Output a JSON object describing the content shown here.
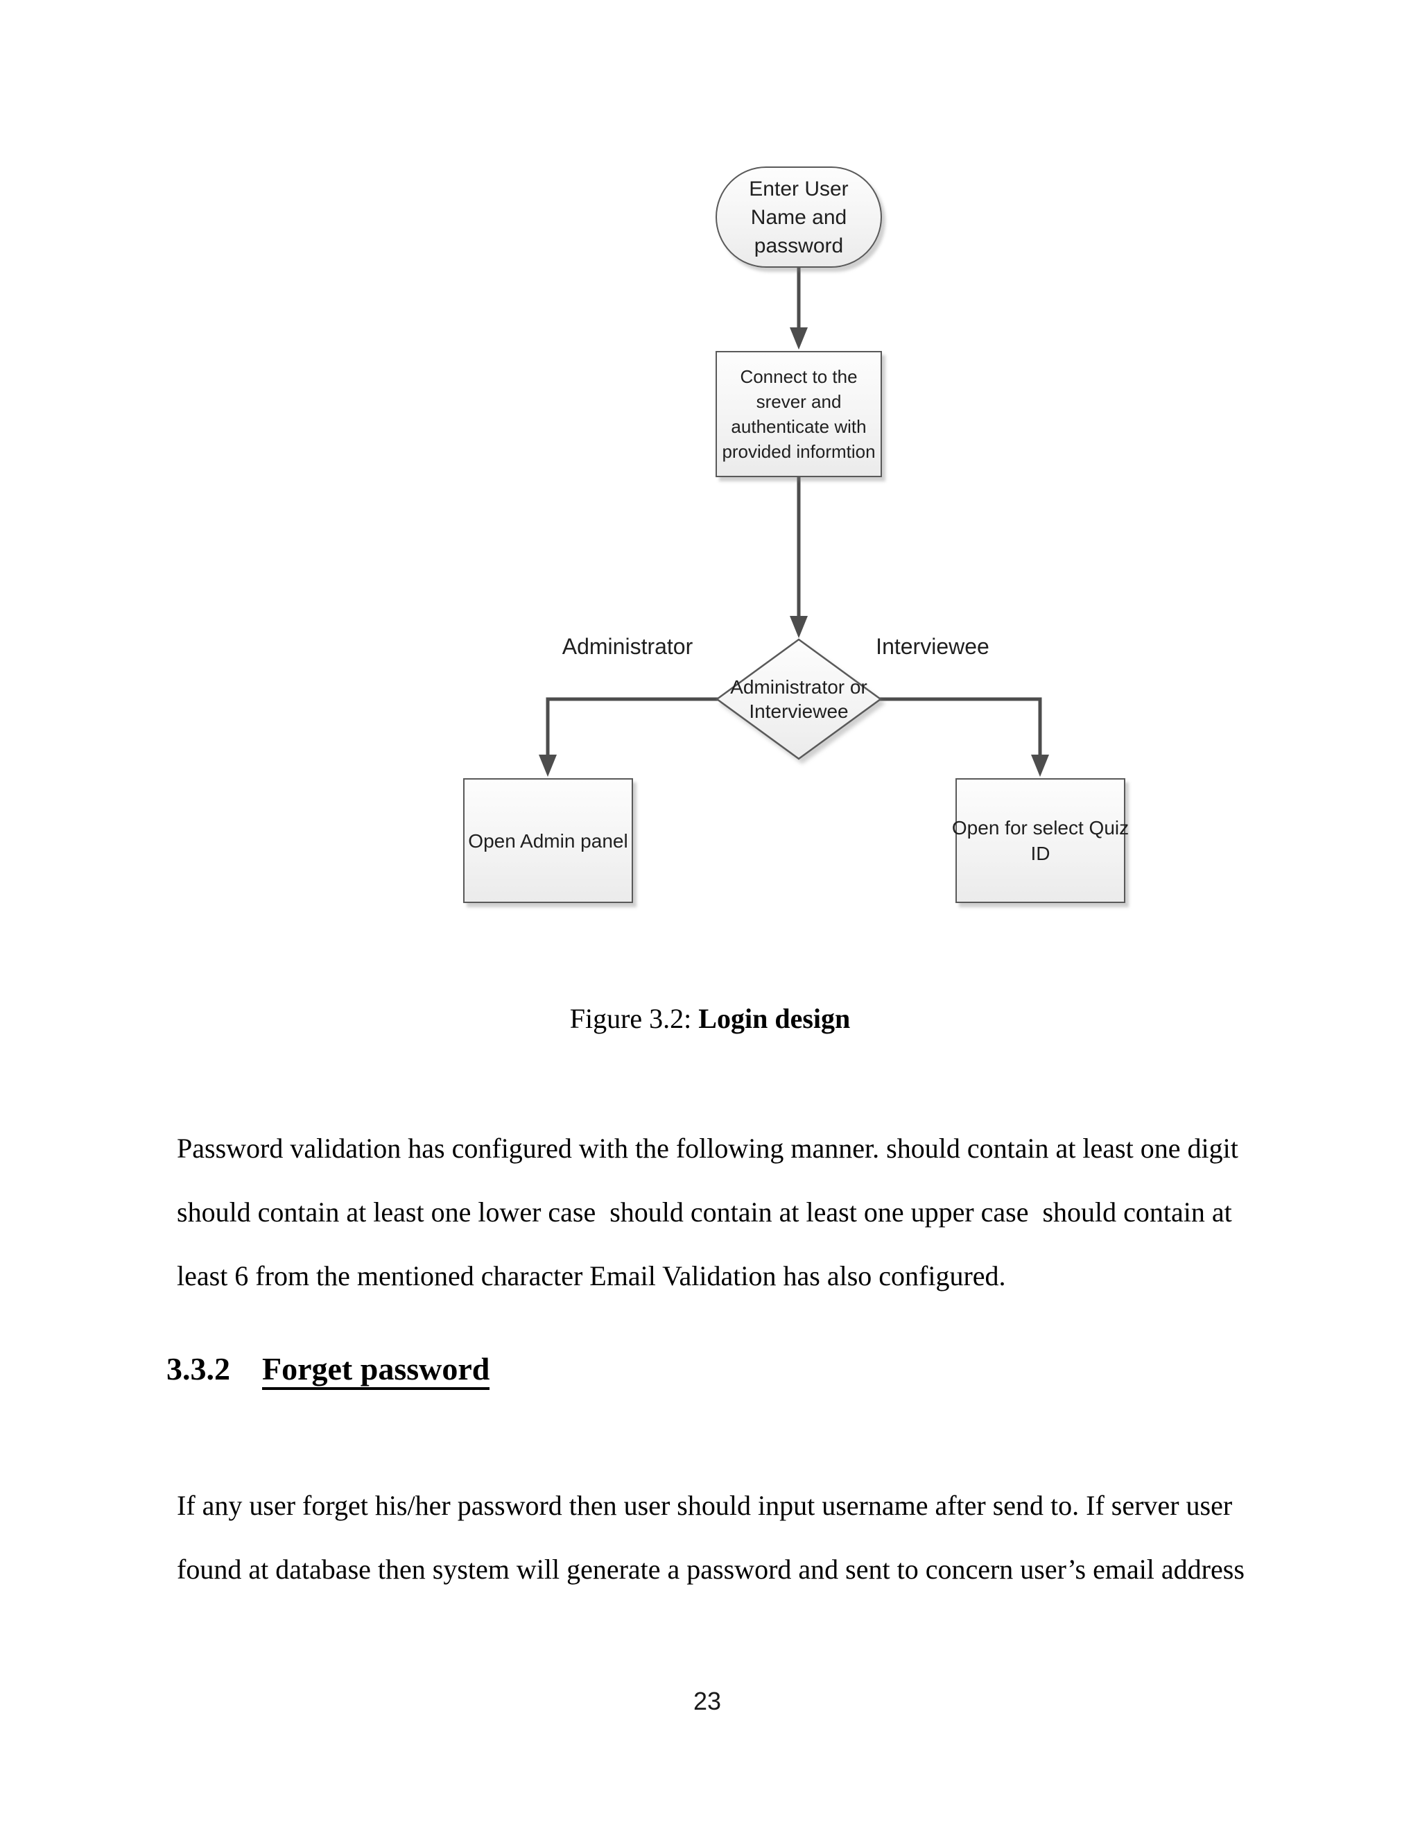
{
  "flowchart": {
    "start": {
      "lines": [
        "Enter User",
        "Name and",
        "password"
      ]
    },
    "process": {
      "lines": [
        "Connect to the",
        "srever and",
        "authenticate with",
        "provided informtion"
      ]
    },
    "decision": {
      "lines": [
        "Administrator or",
        "Interviewee"
      ]
    },
    "branch_left_label": "Administrator",
    "branch_right_label": "Interviewee",
    "result_left": "Open Admin panel",
    "result_right": {
      "lines": [
        "Open for select Quiz",
        "ID"
      ]
    },
    "colors": {
      "node_border": "#595959",
      "connector": "#4d4d4d",
      "node_fill_top": "#fdfdfd",
      "node_fill_bottom": "#ebebeb"
    }
  },
  "caption": {
    "prefix": "Figure 3.2: ",
    "title": "Login design"
  },
  "body": {
    "para1_lines": [
      "Password validation has configured with the following manner. should contain at least one digit",
      "should contain at least one lower case  should contain at least one upper case  should contain at",
      "least 6 from the mentioned character Email Validation has also configured."
    ],
    "para2_lines": [
      "If any user forget his/her password then user should input username after send to. If server user",
      "found at database then system will generate a password and sent to concern user’s email address"
    ]
  },
  "heading": {
    "number": "3.3.2",
    "title": "Forget password"
  },
  "page": {
    "number": "23"
  }
}
